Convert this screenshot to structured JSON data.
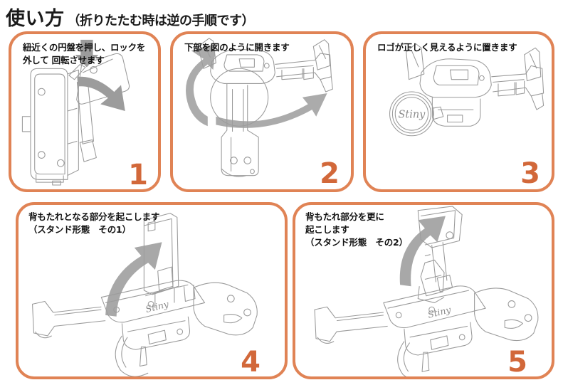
{
  "header": {
    "title_main": "使い方",
    "title_sub": "（折りたたむ時は逆の手順です）"
  },
  "theme": {
    "border_color": "#e08355",
    "number_color": "#d2683a",
    "text_color": "#121212",
    "line_art_color": "#8a8a8a",
    "arrow_color": "#9e9e9e",
    "background": "#ffffff"
  },
  "steps": [
    {
      "number": "1",
      "caption": "紐近くの円盤を押し、ロックを\n外して 回転させます",
      "illustration": "device-folded-with-press-and-rotate-arrows"
    },
    {
      "number": "2",
      "caption": "下部を図のように開きます",
      "illustration": "device-opening-lower-part-with-circular-arrow"
    },
    {
      "number": "3",
      "caption": "ロゴが正しく見えるように置きます",
      "illustration": "device-placed-with-stiny-logo-disc",
      "logo_text": "Stiny"
    },
    {
      "number": "4",
      "caption": "背もたれとなる部分を起こします\n（スタンド形態　その1）",
      "illustration": "device-stand-mode-1-backrest-raised",
      "logo_text": "Stiny"
    },
    {
      "number": "5",
      "caption": "背もたれ部分を更に\n起こします\n（スタンド形態　その2）",
      "illustration": "device-stand-mode-2-backrest-raised-further",
      "logo_text": "Stiny"
    }
  ]
}
